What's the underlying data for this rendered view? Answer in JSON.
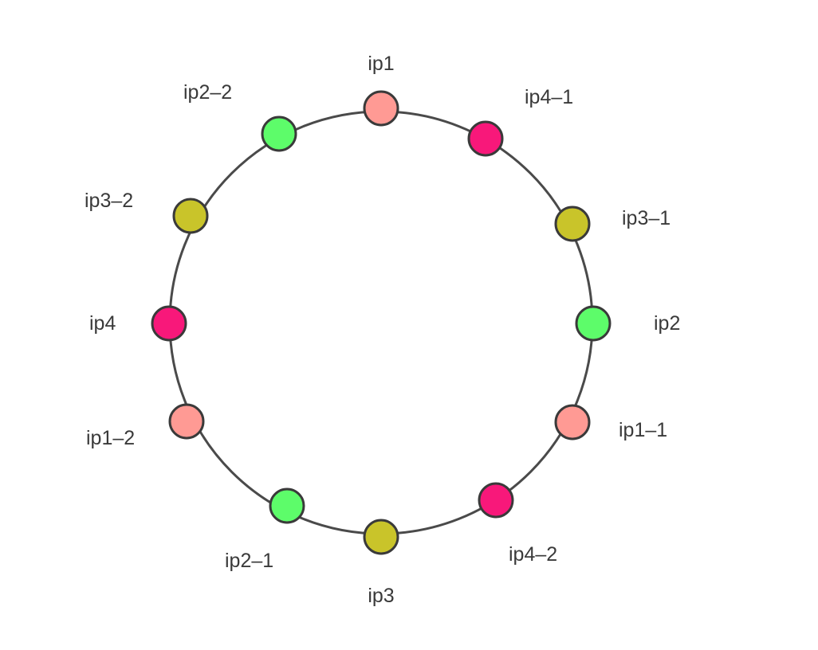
{
  "diagram": {
    "colors": {
      "ring": "#4a4a4a",
      "ip1": "#ff9a94",
      "ip2": "#5dfc6a",
      "ip3": "#c9c42a",
      "ip4": "#f8187a"
    },
    "nodes": [
      {
        "label": "ip1",
        "color": "#ff9a94"
      },
      {
        "label": "ip4-1",
        "color": "#f8187a"
      },
      {
        "label": "ip3-1",
        "color": "#c9c42a"
      },
      {
        "label": "ip2",
        "color": "#5dfc6a"
      },
      {
        "label": "ip1-1",
        "color": "#ff9a94"
      },
      {
        "label": "ip4-2",
        "color": "#f8187a"
      },
      {
        "label": "ip3",
        "color": "#c9c42a"
      },
      {
        "label": "ip2-1",
        "color": "#5dfc6a"
      },
      {
        "label": "ip1-2",
        "color": "#ff9a94"
      },
      {
        "label": "ip4",
        "color": "#f8187a"
      },
      {
        "label": "ip3-2",
        "color": "#c9c42a"
      },
      {
        "label": "ip2-2",
        "color": "#5dfc6a"
      }
    ]
  }
}
